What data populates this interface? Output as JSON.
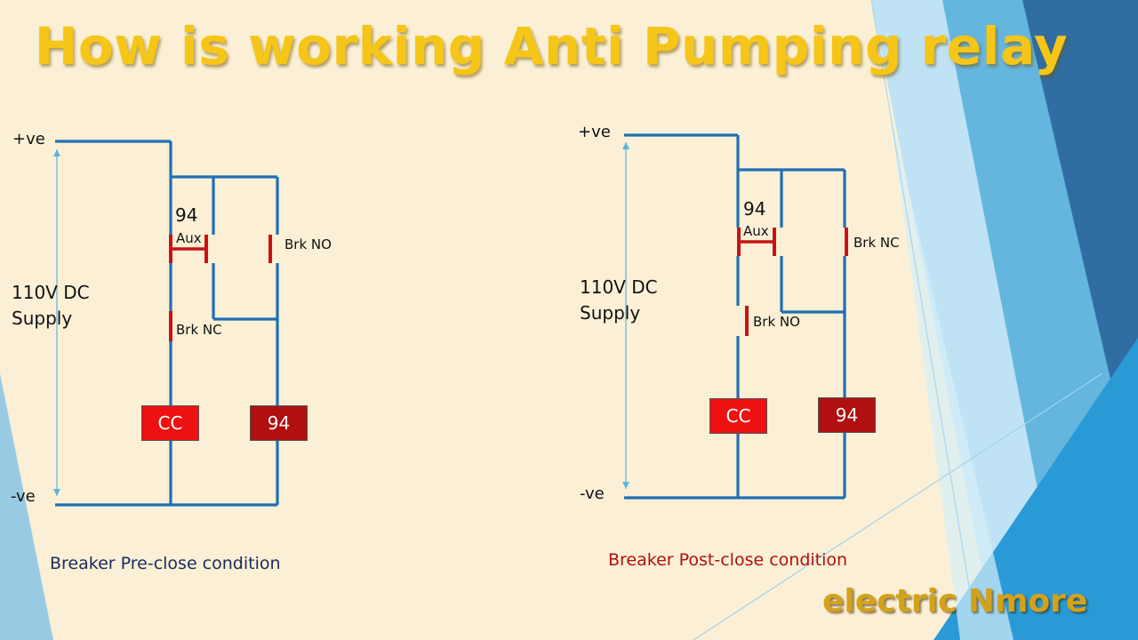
{
  "title": "How is working Anti Pumping relay",
  "colors": {
    "wire": "#1f6fb5",
    "contact": "#c81414",
    "cc_box": "#ee1111",
    "relay_box": "#b01010",
    "caption_left": "#1c2a5e",
    "caption_right": "#b01010",
    "title": "#f5c518",
    "brand": "#d4a21a"
  },
  "left": {
    "pos_label": "+ve",
    "neg_label": "-ve",
    "supply_line1": "110V DC",
    "supply_line2": "Supply",
    "relay_num": "94",
    "aux_label": "Aux",
    "contact_a": "Brk NO",
    "contact_b": "Brk NC",
    "cc_label": "CC",
    "relay_box": "94",
    "caption": "Breaker Pre-close condition"
  },
  "right": {
    "pos_label": "+ve",
    "neg_label": "-ve",
    "supply_line1": "110V DC",
    "supply_line2": "Supply",
    "relay_num": "94",
    "aux_label": "Aux",
    "contact_a": "Brk NC",
    "contact_b": "Brk NO",
    "cc_label": "CC",
    "relay_box": "94",
    "caption": "Breaker Post-close condition"
  },
  "brand": "electric Nmore"
}
